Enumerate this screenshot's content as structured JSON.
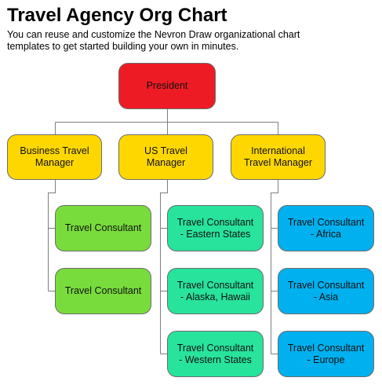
{
  "header": {
    "title": "Travel Agency Org Chart",
    "subtitle_line1": "You can reuse and customize the Nevron Draw organizational chart",
    "subtitle_line2": "templates to get started building your own in minutes."
  },
  "colors": {
    "president": "#ed1c24",
    "manager": "#ffd700",
    "business_consultants": "#78dc3c",
    "us_consultants": "#28e39c",
    "international_consultants": "#00b0ef",
    "connector": "#7f7f7f"
  },
  "org": {
    "president": {
      "label": "President"
    },
    "managers": [
      {
        "line1": "Business Travel",
        "line2": "Manager"
      },
      {
        "line1": "US Travel",
        "line2": "Manager"
      },
      {
        "line1": "International",
        "line2": "Travel Manager"
      }
    ],
    "business_consultants": [
      {
        "line1": "Travel Consultant",
        "line2": ""
      },
      {
        "line1": "Travel Consultant",
        "line2": ""
      }
    ],
    "us_consultants": [
      {
        "line1": "Travel Consultant",
        "line2": "- Eastern States"
      },
      {
        "line1": "Travel Consultant",
        "line2": "- Alaska, Hawaii"
      },
      {
        "line1": "Travel Consultant",
        "line2": "- Western States"
      }
    ],
    "international_consultants": [
      {
        "line1": "Travel Consultant",
        "line2": "- Africa"
      },
      {
        "line1": "Travel Consultant",
        "line2": "- Asia"
      },
      {
        "line1": "Travel Consultant",
        "line2": "- Europe"
      }
    ]
  }
}
